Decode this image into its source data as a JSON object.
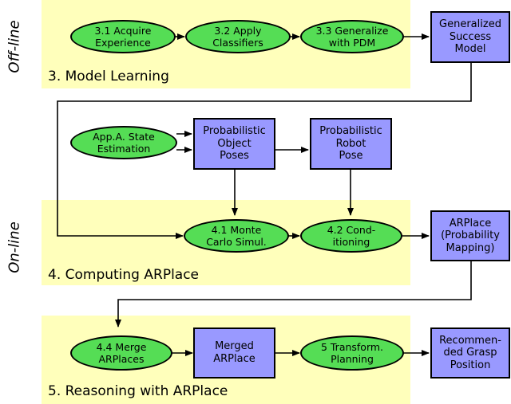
{
  "colors": {
    "panel_fill": "#ffffbb",
    "ellipse_fill": "#55dd55",
    "box_fill": "#9999ff",
    "line": "#000000"
  },
  "side_labels": {
    "offline": "Off-line",
    "online": "On-line"
  },
  "panels": {
    "model_learning": "3. Model Learning",
    "computing": "4. Computing ARPlace",
    "reasoning": "5. Reasoning with ARPlace"
  },
  "nodes": {
    "acquire": "3.1 Acquire\nExperience",
    "classifiers": "3.2 Apply\nClassifiers",
    "generalize": "3.3 Generalize\nwith PDM",
    "gen_model": "Generalized\nSuccess\nModel",
    "state_est": "App.A. State\nEstimation",
    "obj_poses": "Probabilistic\nObject\nPoses",
    "robot_pose": "Probabilistic\nRobot\nPose",
    "monte_carlo": "4.1 Monte\nCarlo Simul.",
    "conditioning": "4.2 Cond-\nitioning",
    "arplace": "ARPlace\n(Probability\nMapping)",
    "merge": "4.4 Merge\nARPlaces",
    "merged": "Merged\nARPlace",
    "transform": "5 Transform.\nPlanning",
    "grasp": "Recommen-\nded Grasp\nPosition"
  }
}
